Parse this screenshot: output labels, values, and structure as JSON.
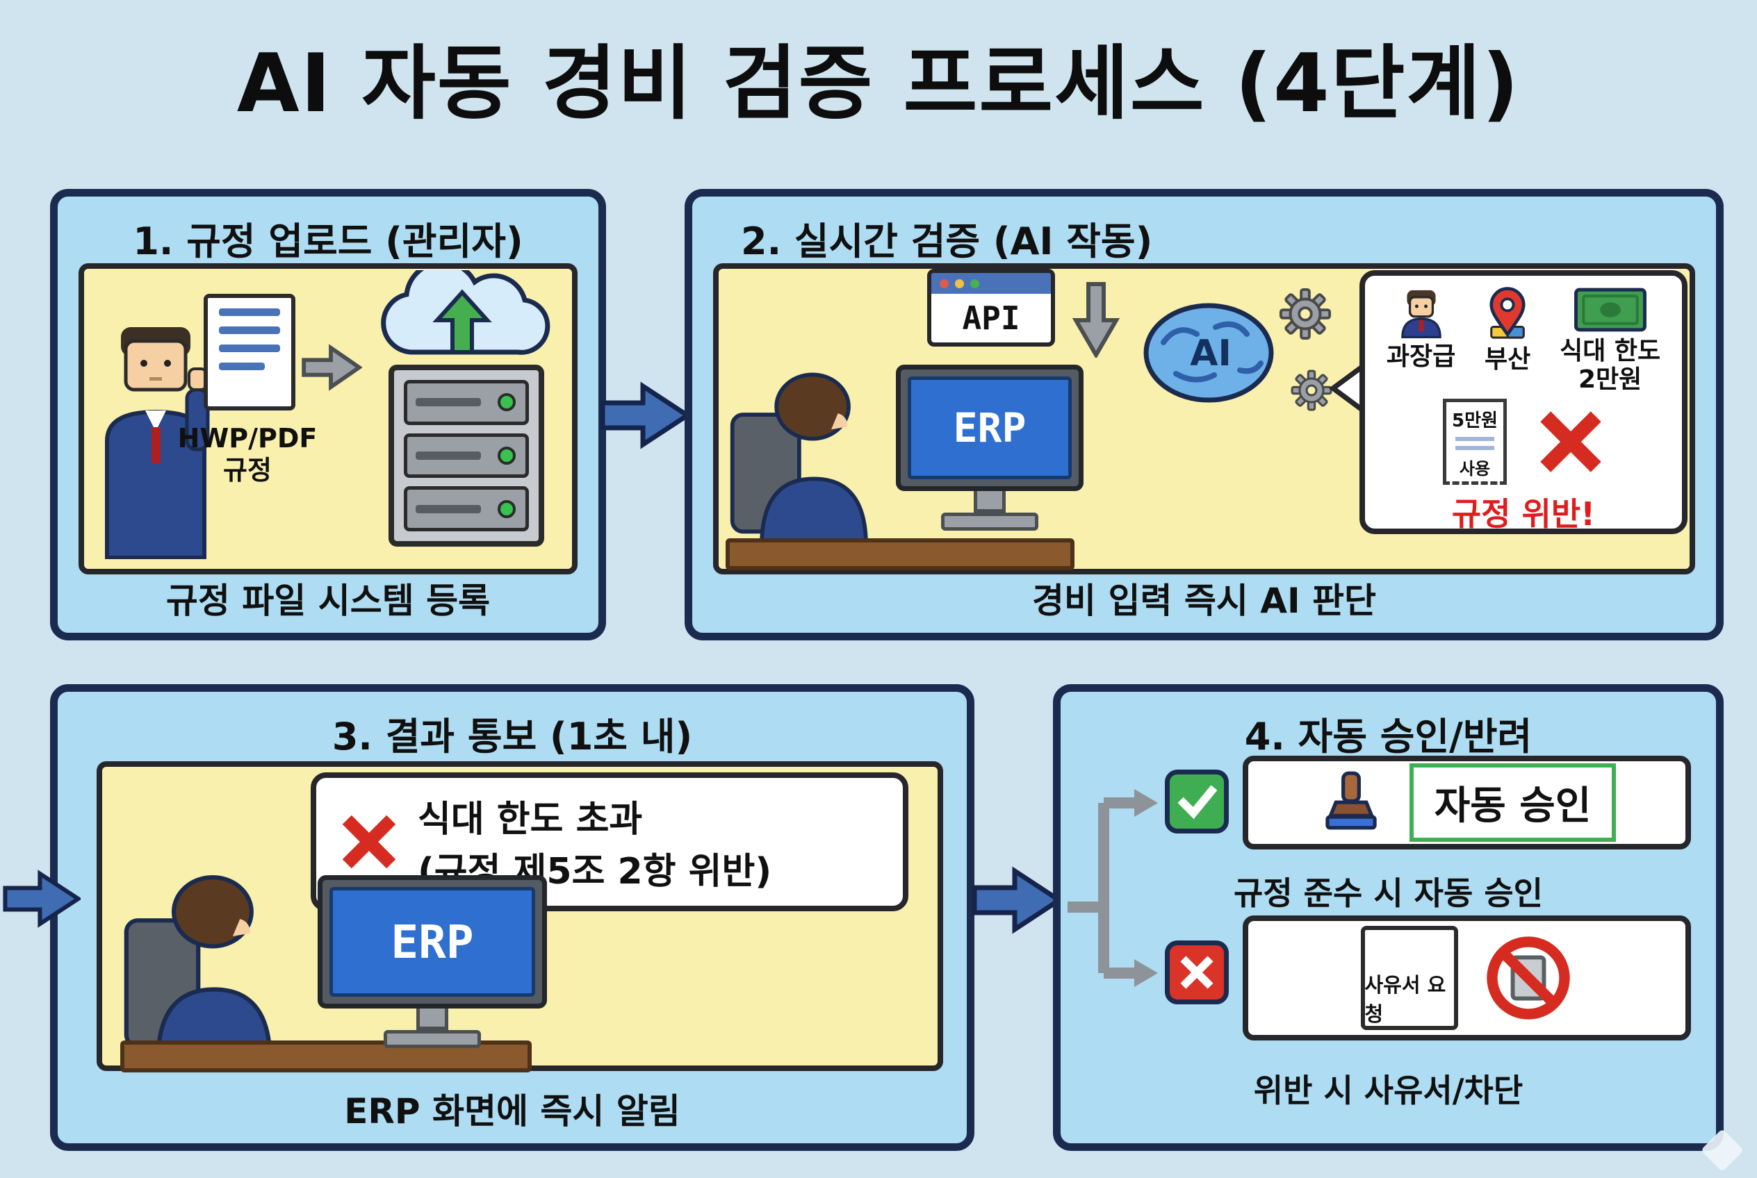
{
  "title": "AI 자동 경비 검증 프로세스 (4단계)",
  "colors": {
    "background": "#cfe4ee",
    "panel_border": "#1b2b50",
    "panel_bg": "#aedcf2",
    "inner_bg": "#f9f0ae",
    "accent_blue": "#3f6cb2",
    "alert_red": "#d62b20",
    "success_green": "#3fae52"
  },
  "icons": [
    "businessman-icon",
    "document-icon",
    "cloud-upload-icon",
    "server-icon",
    "right-arrow-icon",
    "api-window-icon",
    "down-arrow-icon",
    "erp-monitor-icon",
    "ai-brain-icon",
    "gear-icon",
    "person-badge-icon",
    "map-pin-icon",
    "money-bill-icon",
    "receipt-icon",
    "red-x-icon",
    "green-check-icon",
    "stamp-icon",
    "prohibition-icon",
    "block-arrow-icon",
    "branch-connector-icon"
  ],
  "step1": {
    "header": "1. 규정 업로드 (관리자)",
    "doc_label_line1": "HWP/PDF",
    "doc_label_line2": "규정",
    "caption": "규정 파일 시스템 등록"
  },
  "step2": {
    "header": "2. 실시간 검증 (AI 작동)",
    "api_label": "API",
    "erp_label": "ERP",
    "ai_label": "AI",
    "check_person": "과장급",
    "check_location": "부산",
    "check_limit_line1": "식대 한도",
    "check_limit_line2": "2만원",
    "receipt_amount": "5만원",
    "receipt_sub": "사용",
    "violation_label": "규정 위반!",
    "caption": "경비 입력 즉시 AI 판단"
  },
  "step3": {
    "header": "3. 결과 통보 (1초 내)",
    "erp_label": "ERP",
    "alert_line1": "식대 한도 초과",
    "alert_line2": "(규정 제5조 2항 위반)",
    "caption": "ERP 화면에 즉시 알림"
  },
  "step4": {
    "header": "4. 자동 승인/반려",
    "approve_stamp_label": "자동 승인",
    "approve_caption": "규정 준수 시 자동 승인",
    "reject_doc_label": "사유서 요청",
    "reject_caption": "위반 시 사유서/차단"
  }
}
